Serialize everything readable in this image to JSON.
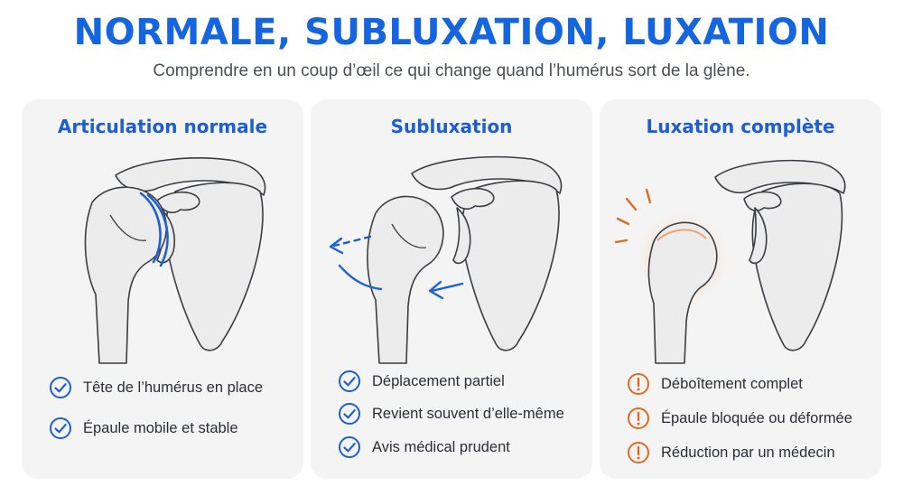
{
  "header": {
    "title": "NORMALE, SUBLUXATION, LUXATION",
    "subtitle": "Comprendre en un coup d’œil ce qui change quand l’humérus sort de la glène."
  },
  "colors": {
    "blue": "#1d5fcf",
    "orange": "#e06a1e",
    "panel": "#f4f4f5"
  },
  "panels": [
    {
      "title": "Articulation normale",
      "icon": "check-circle-icon",
      "items": [
        "Tête de l’humérus en place",
        "Épaule mobile et stable"
      ]
    },
    {
      "title": "Subluxation",
      "icon": "check-circle-icon",
      "items": [
        "Déplacement partiel",
        "Revient souvent d’elle-même",
        "Avis médical prudent"
      ]
    },
    {
      "title": "Luxation complète",
      "icon": "alert-circle-icon",
      "items": [
        "Déboîtement complet",
        "Épaule bloquée ou déformée",
        "Réduction par un médecin"
      ]
    }
  ]
}
